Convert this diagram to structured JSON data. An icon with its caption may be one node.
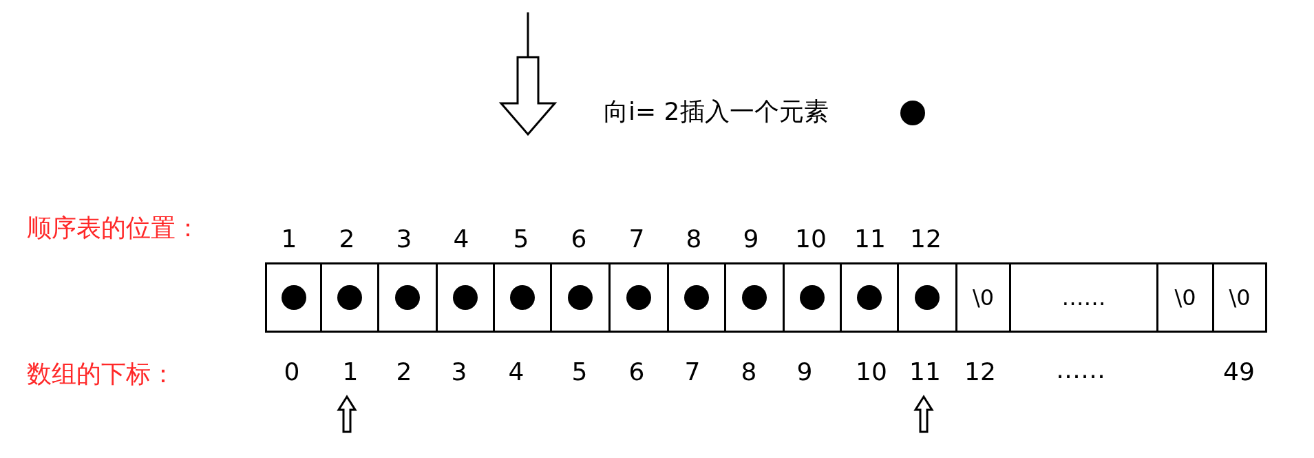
{
  "diagram": {
    "nodes": [
      {
        "text": [],
        "shape": "box"
      },
      {
        "text": [],
        "shape": "box"
      },
      {
        "text": [],
        "shape": "box"
      },
      {
        "text": [],
        "shape": "box"
      },
      {
        "text": [],
        "shape": "box"
      },
      {
        "text": [],
        "shape": "box"
      },
      {
        "text": [],
        "shape": "box"
      },
      {
        "text": [],
        "shape": "box"
      },
      {
        "text": [],
        "shape": "box"
      },
      {
        "text": [],
        "shape": "box"
      },
      {
        "text": [],
        "shape": "box"
      },
      {
        "text": [],
        "shape": "box"
      },
      {
        "text": [
          "\\0"
        ]
      },
      {
        "text": [
          "……"
        ]
      },
      {
        "text": [
          "\\0"
        ]
      },
      {
        "text": [
          "\\0"
        ]
      }
    ],
    "labels": [
      "向i= 2插入一个元素",
      "顺序表的位置：",
      "1",
      "2",
      "3",
      "4",
      "5",
      "6",
      "7",
      "8",
      "9",
      "10",
      "11",
      "12",
      "数组的下标：",
      "0",
      "1",
      "2",
      "3",
      "4",
      "5",
      "6",
      "7",
      "8",
      "9",
      "10",
      "11",
      "12",
      "……",
      "49"
    ]
  }
}
